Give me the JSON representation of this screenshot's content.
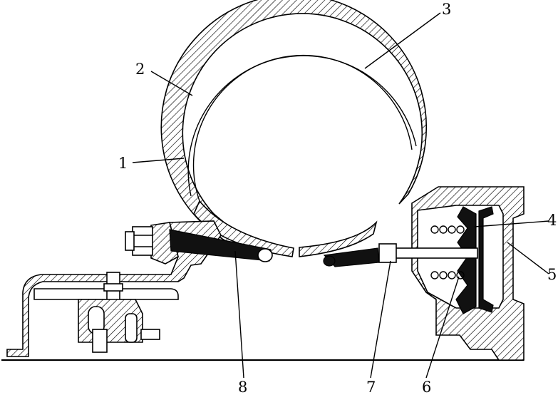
{
  "callouts": [
    {
      "id": "1",
      "text": "1"
    },
    {
      "id": "2",
      "text": "2"
    },
    {
      "id": "3",
      "text": "3"
    },
    {
      "id": "4",
      "text": "4"
    },
    {
      "id": "5",
      "text": "5"
    },
    {
      "id": "6",
      "text": "6"
    },
    {
      "id": "7",
      "text": "7"
    },
    {
      "id": "8",
      "text": "8"
    }
  ],
  "colors": {
    "line": "#000000",
    "background": "#ffffff",
    "fill": "#111111"
  }
}
